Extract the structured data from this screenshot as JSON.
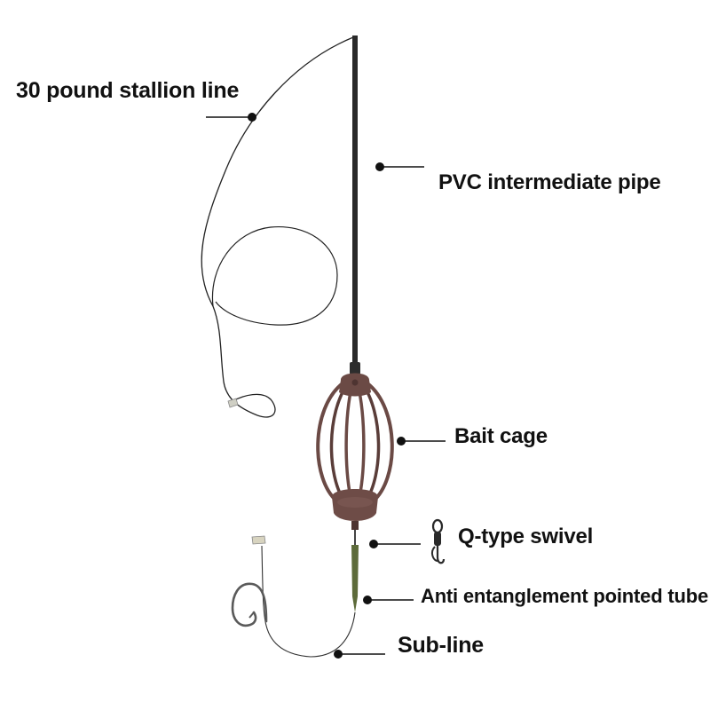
{
  "labels": {
    "stallion_line": "30 pound stallion line",
    "pvc_pipe": "PVC intermediate pipe",
    "bait_cage": "Bait cage",
    "swivel": "Q-type swivel",
    "tube": "Anti entanglement pointed tube",
    "sub_line": "Sub-line"
  },
  "colors": {
    "line": "#222222",
    "pipe": "#2a2a2a",
    "cage": "#6b4a45",
    "cage_dark": "#4e3431",
    "tube": "#5d6b3a",
    "hook": "#555555",
    "marker": "#111111"
  }
}
